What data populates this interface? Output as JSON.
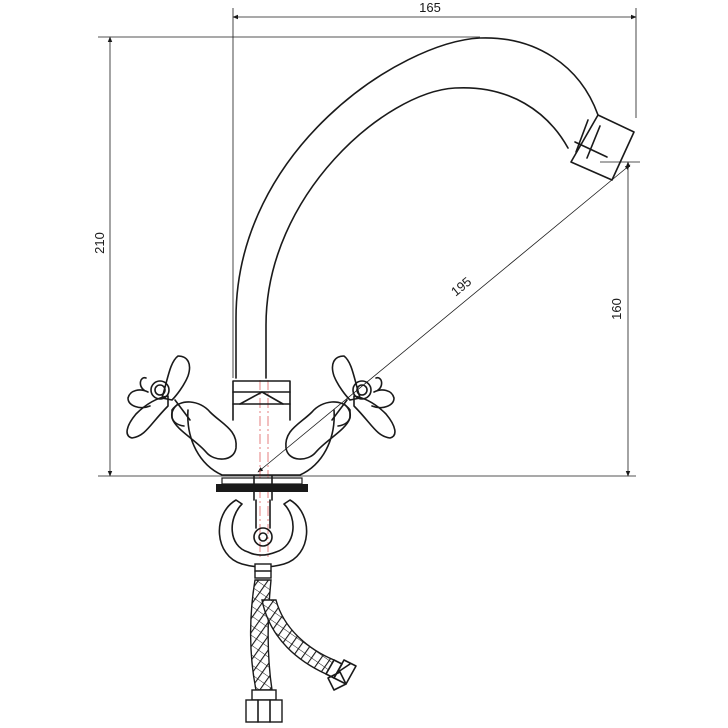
{
  "dimensions": {
    "width_top": "165",
    "height_left": "210",
    "diagonal": "195",
    "height_right": "160"
  }
}
